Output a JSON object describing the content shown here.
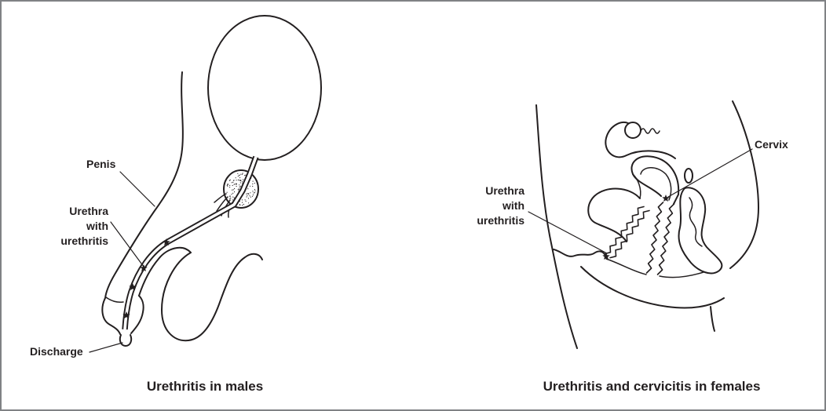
{
  "male_panel": {
    "labels": {
      "penis": "Penis",
      "urethra": [
        "Urethra",
        "with",
        "urethritis"
      ],
      "discharge": "Discharge"
    },
    "caption": "Urethritis in males"
  },
  "female_panel": {
    "labels": {
      "cervix": "Cervix",
      "urethra": [
        "Urethra",
        "with",
        "urethritis"
      ]
    },
    "caption": "Urethritis and cervicitis in females"
  },
  "colors": {
    "ink": "#231f20",
    "frame": "#808285",
    "background": "#ffffff"
  }
}
